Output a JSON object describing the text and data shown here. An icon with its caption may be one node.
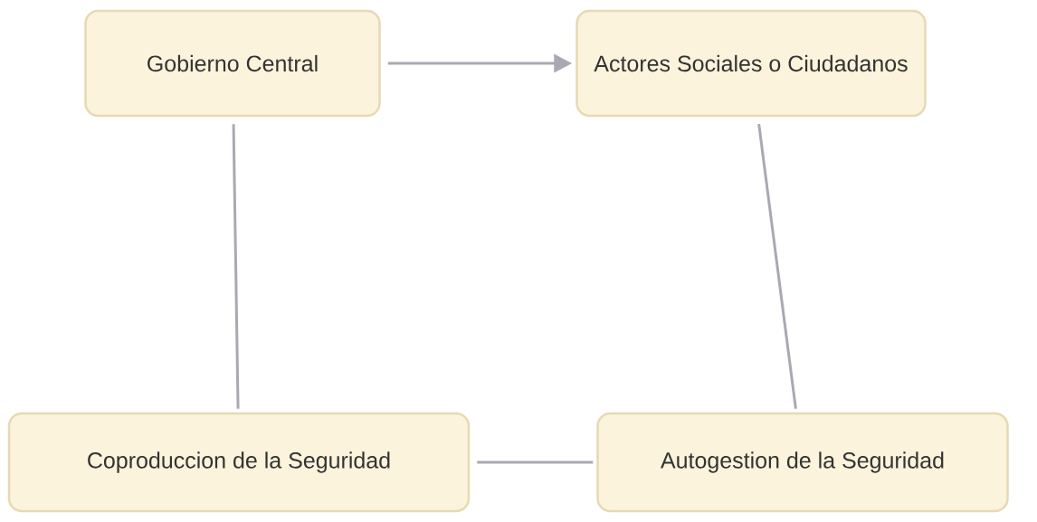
{
  "diagram": {
    "nodes": [
      {
        "text": [
          "Gobierno Central"
        ]
      },
      {
        "text": [
          "Actores Sociales o Ciudadanos"
        ]
      },
      {
        "text": [
          "Coproduccion de la Seguridad"
        ]
      },
      {
        "text": [
          "Autogestion de la Seguridad"
        ]
      }
    ],
    "edges": [
      {
        "from": 0,
        "to": 1,
        "arrow": "to"
      },
      {
        "from": 0,
        "to": 2,
        "arrow": "none"
      },
      {
        "from": 1,
        "to": 3,
        "arrow": "none"
      },
      {
        "from": 2,
        "to": 3,
        "arrow": "none"
      }
    ]
  }
}
